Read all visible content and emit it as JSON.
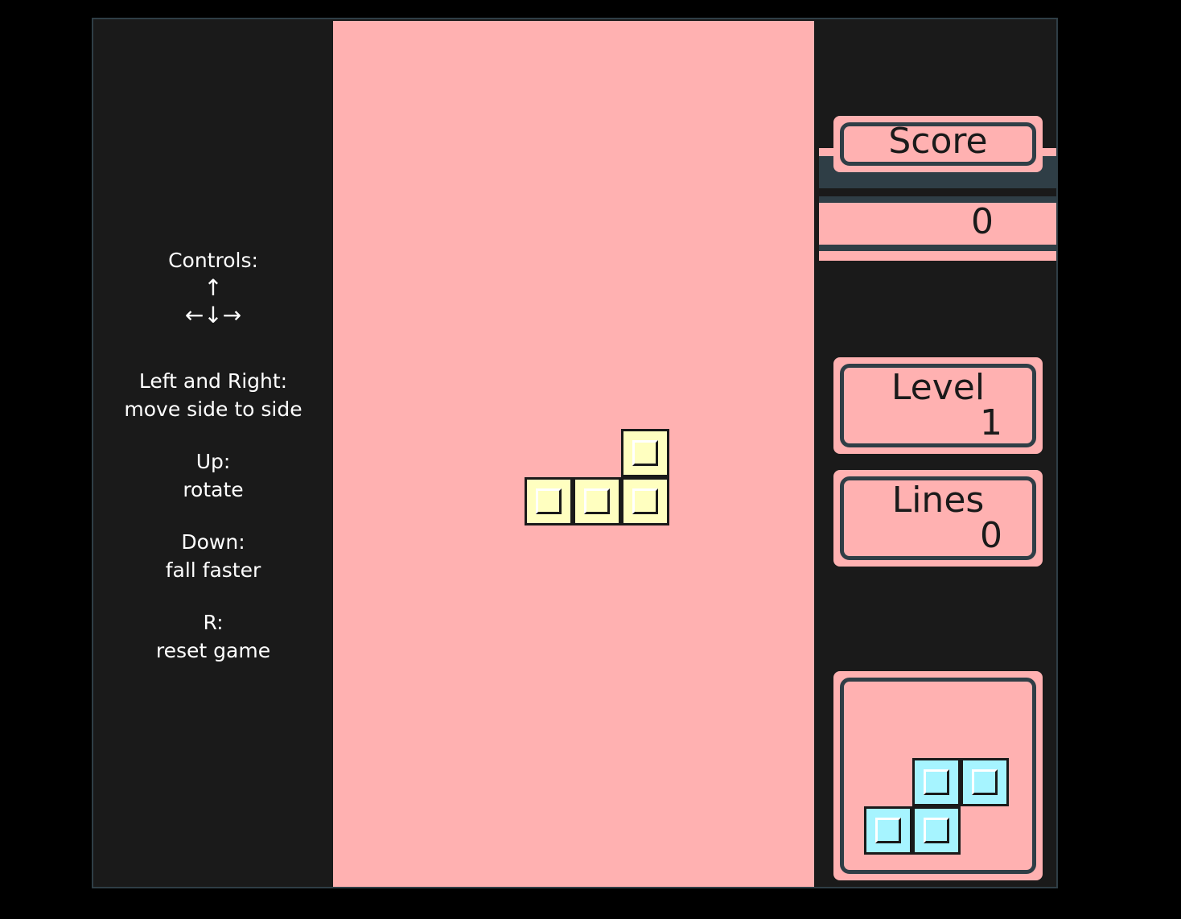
{
  "controls": {
    "heading": "Controls:",
    "arrow_up": "↑",
    "arrow_row": "←↓→",
    "left_right_title": "Left and Right:",
    "left_right_desc": "move side to side",
    "up_title": "Up:",
    "up_desc": "rotate",
    "down_title": "Down:",
    "down_desc": "fall faster",
    "r_title": "R:",
    "r_desc": "reset game"
  },
  "score": {
    "label": "Score",
    "value": "0"
  },
  "level": {
    "label": "Level",
    "value": "1"
  },
  "lines": {
    "label": "Lines",
    "value": "0"
  },
  "colors": {
    "board": "#ffb1b1",
    "frame": "#1a1a1a",
    "border": "#2f3e46",
    "active_piece": "#ffffc0",
    "next_piece": "#a6f4ff"
  },
  "active_piece": {
    "type": "L",
    "cells": [
      [
        2,
        0
      ],
      [
        0,
        1
      ],
      [
        1,
        1
      ],
      [
        2,
        1
      ]
    ]
  },
  "next_piece": {
    "type": "S",
    "cells": [
      [
        1,
        0
      ],
      [
        2,
        0
      ],
      [
        0,
        1
      ],
      [
        1,
        1
      ]
    ]
  }
}
